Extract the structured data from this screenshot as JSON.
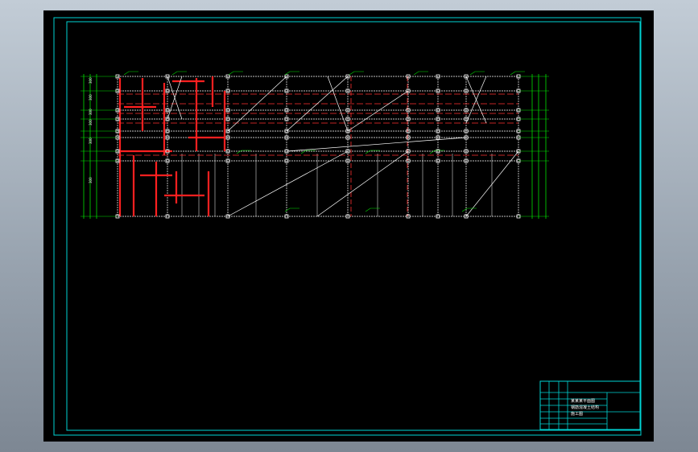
{
  "colors": {
    "background": "#000000",
    "frame": "#00d4d4",
    "grid": "#ffffff",
    "axis": "#ff2020",
    "dimension": "#00e000",
    "dashed": "#ff3030"
  },
  "title_block": {
    "line1": "某某某平面图",
    "line2": "钢筋混凝土结构",
    "line3": "施工图"
  },
  "drawing": {
    "plan": "floor-plan-grid",
    "left_dimension_labels": [
      "300",
      "300",
      "300",
      "300",
      "300",
      "300"
    ]
  }
}
